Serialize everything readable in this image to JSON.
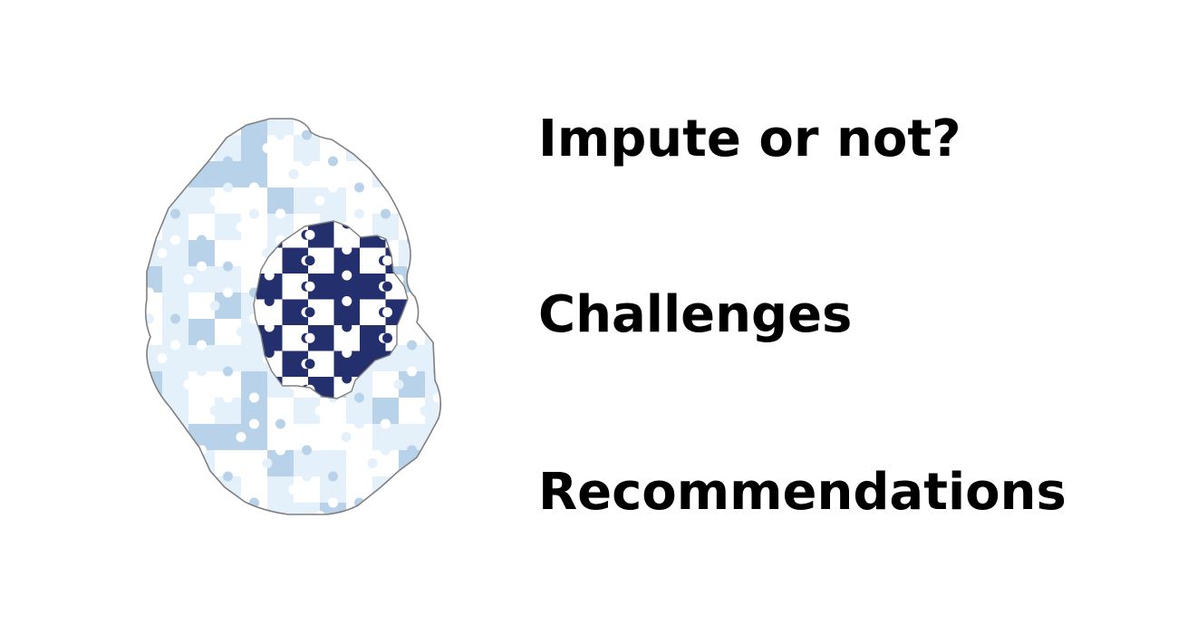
{
  "headings": [
    "Impute or not?",
    "Challenges",
    "Recommendations"
  ],
  "colors": {
    "outer_light": "#e4f0fa",
    "outer_mid": "#b8d3e9",
    "inner_dark": "#24306e",
    "outline": "#808080",
    "text": "#000000"
  },
  "illustration": {
    "outer_icon": "puzzle-pieces-light-blue",
    "inner_icon": "puzzle-pieces-dark-navy"
  }
}
